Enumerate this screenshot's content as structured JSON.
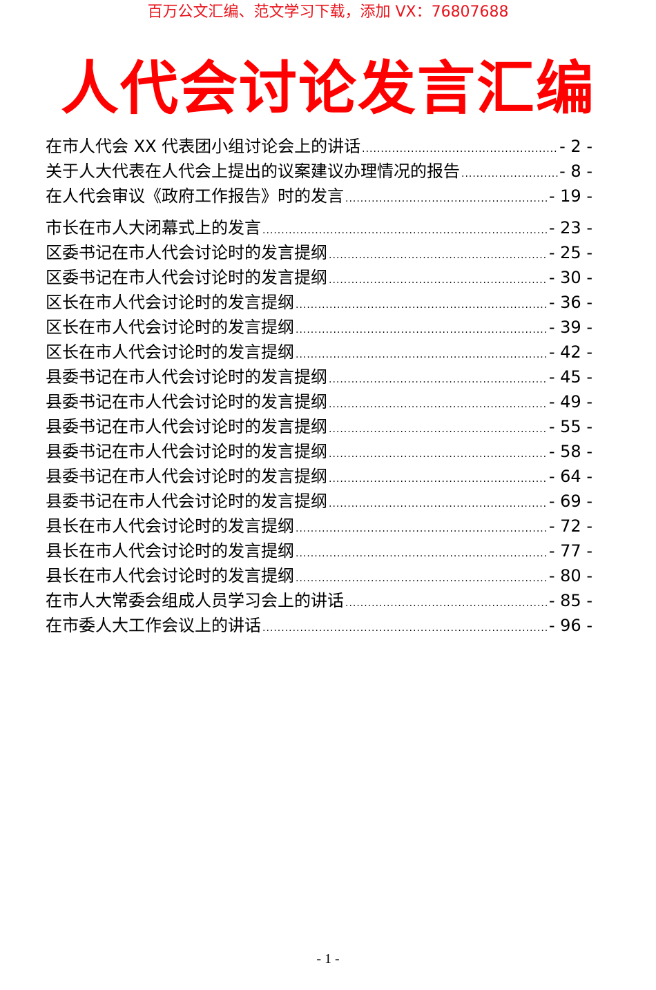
{
  "banner": {
    "text": "百万公文汇编、范文学习下载，添加 VX：76807688",
    "color": "#e8141c"
  },
  "document": {
    "title": "人代会讨论发言汇编",
    "title_color": "#ff0000",
    "toc": [
      {
        "title": "在市人代会 XX 代表团小组讨论会上的讲话",
        "page": "- 2 -"
      },
      {
        "title": "关于人大代表在人代会上提出的议案建议办理情况的报告",
        "page": "- 8 -"
      },
      {
        "title": "在人代会审议《政府工作报告》时的发言",
        "page": "- 19 -"
      },
      {
        "title": "市长在市人大闭幕式上的发言",
        "page": "- 23 -"
      },
      {
        "title": "区委书记在市人代会讨论时的发言提纲",
        "page": "- 25 -"
      },
      {
        "title": "区委书记在市人代会讨论时的发言提纲",
        "page": "- 30 -"
      },
      {
        "title": "区长在市人代会讨论时的发言提纲",
        "page": "- 36 -"
      },
      {
        "title": "区长在市人代会讨论时的发言提纲",
        "page": "- 39 -"
      },
      {
        "title": "区长在市人代会讨论时的发言提纲",
        "page": "- 42 -"
      },
      {
        "title": "县委书记在市人代会讨论时的发言提纲",
        "page": "- 45 -"
      },
      {
        "title": "县委书记在市人代会讨论时的发言提纲",
        "page": "- 49 -"
      },
      {
        "title": "县委书记在市人代会讨论时的发言提纲",
        "page": "- 55 -"
      },
      {
        "title": "县委书记在市人代会讨论时的发言提纲",
        "page": "- 58 -"
      },
      {
        "title": "县委书记在市人代会讨论时的发言提纲",
        "page": "- 64 -"
      },
      {
        "title": "县委书记在市人代会讨论时的发言提纲",
        "page": "- 69 -"
      },
      {
        "title": "县长在市人代会讨论时的发言提纲",
        "page": "- 72 -"
      },
      {
        "title": "县长在市人代会讨论时的发言提纲",
        "page": "- 77 -"
      },
      {
        "title": "县长在市人代会讨论时的发言提纲",
        "page": "- 80 -"
      },
      {
        "title": "在市人大常委会组成人员学习会上的讲话",
        "page": "- 85 -"
      },
      {
        "title": "在市委人大工作会议上的讲话",
        "page": "- 96 -"
      }
    ]
  },
  "footer": {
    "page_number": "- 1 -"
  }
}
